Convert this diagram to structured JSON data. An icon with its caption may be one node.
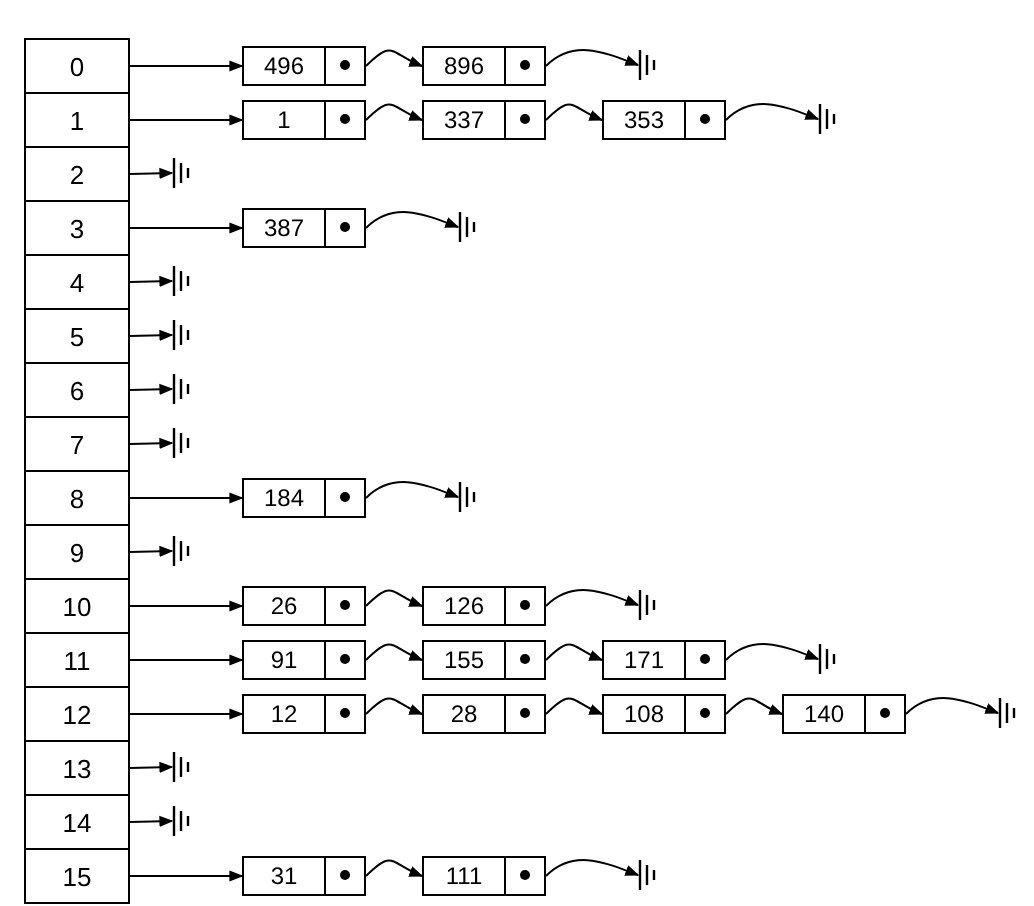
{
  "diagram": {
    "nodes": [
      {
        "text": [
          "0"
        ]
      },
      {
        "text": [
          "496"
        ]
      },
      {
        "text": [
          "896"
        ]
      },
      {
        "text": [],
        "shape": "ground"
      },
      {
        "text": [
          "1"
        ]
      },
      {
        "text": [
          "1"
        ]
      },
      {
        "text": [
          "337"
        ]
      },
      {
        "text": [
          "353"
        ]
      },
      {
        "text": [],
        "shape": "ground"
      },
      {
        "text": [
          "2"
        ]
      },
      {
        "text": [],
        "shape": "ground"
      },
      {
        "text": [
          "3"
        ]
      },
      {
        "text": [
          "387"
        ]
      },
      {
        "text": [],
        "shape": "ground"
      },
      {
        "text": [
          "4"
        ]
      },
      {
        "text": [],
        "shape": "ground"
      },
      {
        "text": [
          "5"
        ]
      },
      {
        "text": [],
        "shape": "ground"
      },
      {
        "text": [
          "6"
        ]
      },
      {
        "text": [],
        "shape": "ground"
      },
      {
        "text": [
          "7"
        ]
      },
      {
        "text": [],
        "shape": "ground"
      },
      {
        "text": [
          "8"
        ]
      },
      {
        "text": [
          "184"
        ]
      },
      {
        "text": [],
        "shape": "ground"
      },
      {
        "text": [
          "9"
        ]
      },
      {
        "text": [],
        "shape": "ground"
      },
      {
        "text": [
          "10"
        ]
      },
      {
        "text": [
          "26"
        ]
      },
      {
        "text": [
          "126"
        ]
      },
      {
        "text": [],
        "shape": "ground"
      },
      {
        "text": [
          "11"
        ]
      },
      {
        "text": [
          "91"
        ]
      },
      {
        "text": [
          "155"
        ]
      },
      {
        "text": [
          "171"
        ]
      },
      {
        "text": [],
        "shape": "ground"
      },
      {
        "text": [
          "12"
        ]
      },
      {
        "text": [
          "12"
        ]
      },
      {
        "text": [
          "28"
        ]
      },
      {
        "text": [
          "108"
        ]
      },
      {
        "text": [
          "140"
        ]
      },
      {
        "text": [],
        "shape": "ground"
      },
      {
        "text": [
          "13"
        ]
      },
      {
        "text": [],
        "shape": "ground"
      },
      {
        "text": [
          "14"
        ]
      },
      {
        "text": [],
        "shape": "ground"
      },
      {
        "text": [
          "15"
        ]
      },
      {
        "text": [
          "31"
        ]
      },
      {
        "text": [
          "111"
        ]
      },
      {
        "text": [],
        "shape": "ground"
      }
    ],
    "edges": [
      {
        "from": 0,
        "to": 1,
        "arrow": "to"
      },
      {
        "from": 1,
        "to": 2,
        "arrow": "to"
      },
      {
        "from": 2,
        "to": 3,
        "arrow": "to"
      },
      {
        "from": 4,
        "to": 5,
        "arrow": "to"
      },
      {
        "from": 5,
        "to": 6,
        "arrow": "to"
      },
      {
        "from": 6,
        "to": 7,
        "arrow": "to"
      },
      {
        "from": 7,
        "to": 8,
        "arrow": "to"
      },
      {
        "from": 9,
        "to": 10,
        "arrow": "to"
      },
      {
        "from": 11,
        "to": 12,
        "arrow": "to"
      },
      {
        "from": 12,
        "to": 13,
        "arrow": "to"
      },
      {
        "from": 14,
        "to": 15,
        "arrow": "to"
      },
      {
        "from": 16,
        "to": 17,
        "arrow": "to"
      },
      {
        "from": 18,
        "to": 19,
        "arrow": "to"
      },
      {
        "from": 20,
        "to": 21,
        "arrow": "to"
      },
      {
        "from": 22,
        "to": 23,
        "arrow": "to"
      },
      {
        "from": 23,
        "to": 24,
        "arrow": "to"
      },
      {
        "from": 25,
        "to": 26,
        "arrow": "to"
      },
      {
        "from": 27,
        "to": 28,
        "arrow": "to"
      },
      {
        "from": 28,
        "to": 29,
        "arrow": "to"
      },
      {
        "from": 29,
        "to": 30,
        "arrow": "to"
      },
      {
        "from": 31,
        "to": 32,
        "arrow": "to"
      },
      {
        "from": 32,
        "to": 33,
        "arrow": "to"
      },
      {
        "from": 33,
        "to": 34,
        "arrow": "to"
      },
      {
        "from": 34,
        "to": 35,
        "arrow": "to"
      },
      {
        "from": 36,
        "to": 37,
        "arrow": "to"
      },
      {
        "from": 37,
        "to": 38,
        "arrow": "to"
      },
      {
        "from": 38,
        "to": 39,
        "arrow": "to"
      },
      {
        "from": 39,
        "to": 40,
        "arrow": "to"
      },
      {
        "from": 40,
        "to": 41,
        "arrow": "to"
      },
      {
        "from": 42,
        "to": 43,
        "arrow": "to"
      },
      {
        "from": 44,
        "to": 45,
        "arrow": "to"
      },
      {
        "from": 46,
        "to": 47,
        "arrow": "to"
      },
      {
        "from": 47,
        "to": 48,
        "arrow": "to"
      },
      {
        "from": 48,
        "to": 49,
        "arrow": "to"
      }
    ]
  }
}
